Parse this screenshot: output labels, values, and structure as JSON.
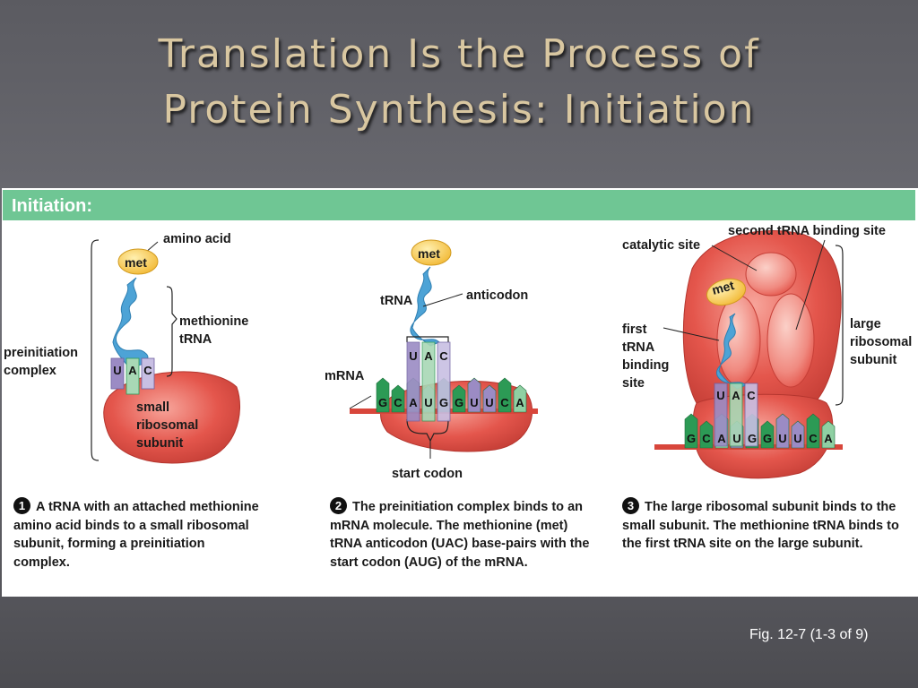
{
  "title_lines": [
    "Translation Is the Process of",
    "Protein Synthesis: Initiation"
  ],
  "header": "Initiation:",
  "stages": [
    {
      "number": "1",
      "labels": {
        "amino_acid": "amino acid",
        "met": "met",
        "methionine_trna": "methionine\ntRNA",
        "preinitiation_complex": "preinitiation\ncomplex",
        "small_subunit": "small\nribosomal\nsubunit"
      },
      "anticodon": [
        "U",
        "A",
        "C"
      ],
      "caption": "A tRNA with an attached methionine amino acid binds to a small ribosomal subunit, forming a preinitiation complex."
    },
    {
      "number": "2",
      "labels": {
        "met": "met",
        "trna": "tRNA",
        "anticodon": "anticodon",
        "mrna": "mRNA",
        "start_codon": "start codon"
      },
      "anticodon": [
        "U",
        "A",
        "C"
      ],
      "mrna_bases": [
        "G",
        "C",
        "A",
        "U",
        "G",
        "G",
        "U",
        "U",
        "C",
        "A"
      ],
      "caption": "The preinitiation complex binds to an mRNA molecule. The methionine (met) tRNA anticodon (UAC) base-pairs with the start codon (AUG) of the mRNA."
    },
    {
      "number": "3",
      "labels": {
        "met": "met",
        "catalytic_site": "catalytic site",
        "second_site": "second tRNA binding site",
        "first_site": "first\ntRNA\nbinding\nsite",
        "large_subunit": "large\nribosomal\nsubunit"
      },
      "anticodon": [
        "U",
        "A",
        "C"
      ],
      "mrna_bases": [
        "G",
        "C",
        "A",
        "U",
        "G",
        "G",
        "U",
        "U",
        "C",
        "A"
      ],
      "caption": "The large ribosomal subunit binds to the small subunit. The methionine tRNA binds to the first tRNA site on the large subunit."
    }
  ],
  "figure_ref": "Fig. 12-7 (1-3 of 9)",
  "colors": {
    "ribosome": "#e4564c",
    "header": "#6fc694",
    "met": "#f5c84a",
    "trna": "#4da3d6",
    "mrna": "#d8463b",
    "base_green": "#2c9a55",
    "base_purple": "#9b8bc4",
    "title": "#d9c7a1"
  }
}
